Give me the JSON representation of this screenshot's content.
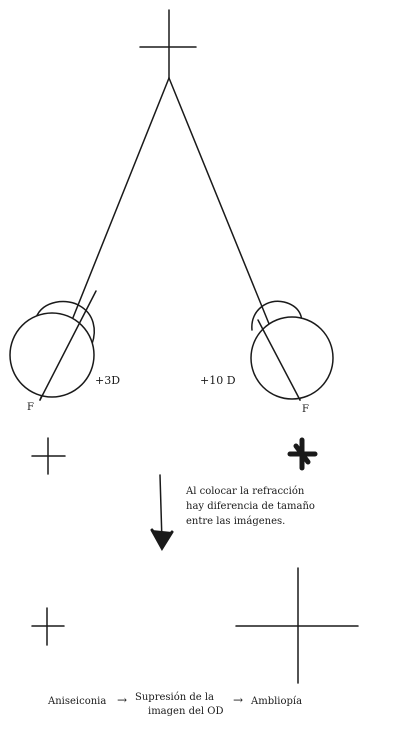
{
  "labels": {
    "fixation_left": "F",
    "fixation_right": "F",
    "lens_left": "+3D",
    "lens_right": "+10 D"
  },
  "note": {
    "line1": "Al colocar la refracción",
    "line2": "hay diferencia de tamaño",
    "line3": "entre las imágenes."
  },
  "flow": {
    "step1": "Aniseiconia",
    "arrow1": "→",
    "step2_line1": "Supresión de la",
    "step2_line2": "imagen del OD",
    "arrow2": "→",
    "step3": "Ambliopía"
  },
  "colors": {
    "ink": "#1a1a1a",
    "background": "#ffffff"
  }
}
